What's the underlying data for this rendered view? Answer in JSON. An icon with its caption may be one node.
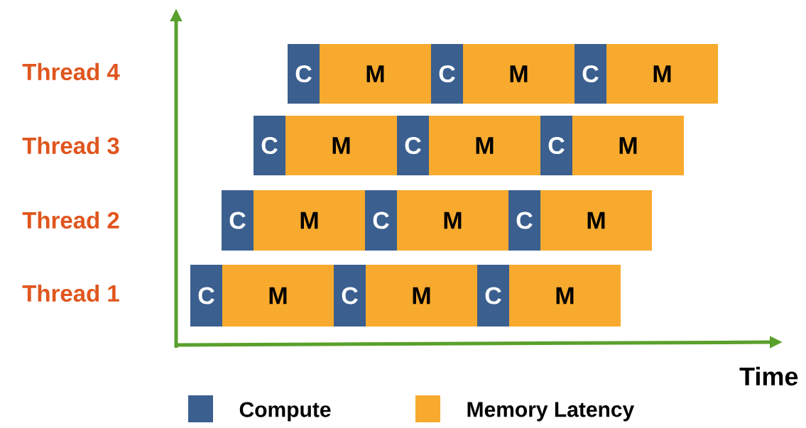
{
  "diagram": {
    "nodes": [
      {
        "text": [
          "C"
        ]
      },
      {
        "text": [
          "M"
        ]
      },
      {
        "text": [
          "C"
        ]
      },
      {
        "text": [
          "M"
        ]
      },
      {
        "text": [
          "C"
        ]
      },
      {
        "text": [
          "M"
        ]
      },
      {
        "text": [
          "C"
        ]
      },
      {
        "text": [
          "M"
        ]
      },
      {
        "text": [
          "C"
        ]
      },
      {
        "text": [
          "M"
        ]
      },
      {
        "text": [
          "C"
        ]
      },
      {
        "text": [
          "M"
        ]
      },
      {
        "text": [
          "C"
        ]
      },
      {
        "text": [
          "M"
        ]
      },
      {
        "text": [
          "C"
        ]
      },
      {
        "text": [
          "M"
        ]
      },
      {
        "text": [
          "C"
        ]
      },
      {
        "text": [
          "M"
        ]
      },
      {
        "text": [
          "C"
        ]
      },
      {
        "text": [
          "M"
        ]
      },
      {
        "text": [
          "C"
        ]
      },
      {
        "text": [
          "M"
        ]
      },
      {
        "text": [
          "C"
        ]
      },
      {
        "text": [
          "M"
        ]
      }
    ],
    "edges": [],
    "labels": [
      "Thread 4",
      "Thread 3",
      "Thread 2",
      "Thread 1",
      "Time"
    ],
    "legend": [
      {
        "text": "Compute",
        "color": "#3b5f8f"
      },
      {
        "text": "Memory Latency",
        "color": "#f7aa2e"
      }
    ]
  }
}
